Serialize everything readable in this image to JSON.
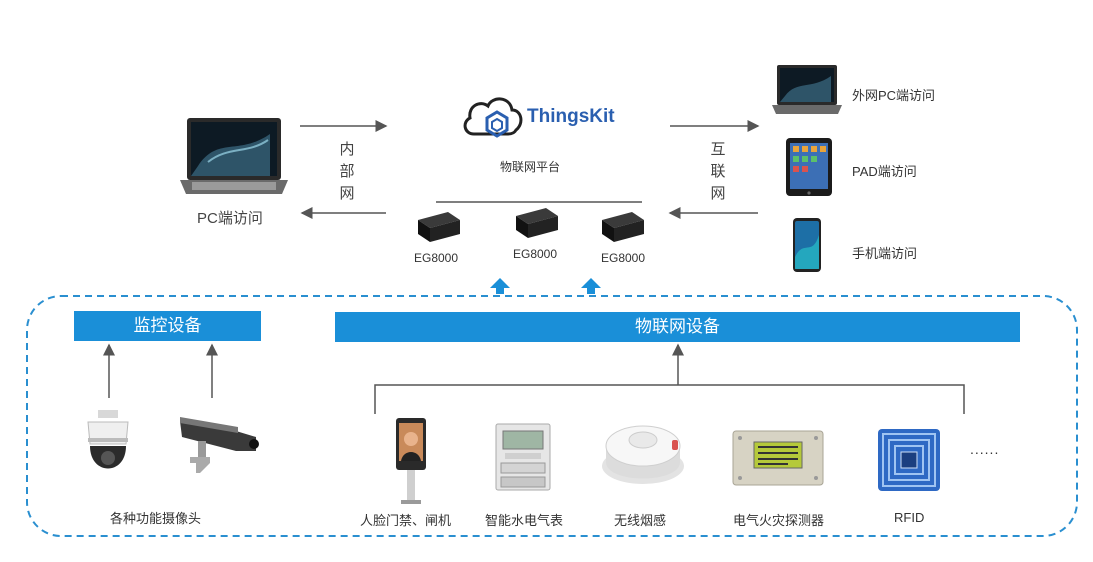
{
  "brand": {
    "name": "ThingsKit",
    "subtitle": "物联网平台",
    "color": "#2a5fb0"
  },
  "left_access": {
    "label": "PC端访问",
    "edge_label": "内部网"
  },
  "right_access": {
    "edge_label": "互联网",
    "items": [
      {
        "label": "外网PC端访问",
        "icon": "laptop-icon"
      },
      {
        "label": "PAD端访问",
        "icon": "tablet-icon"
      },
      {
        "label": "手机端访问",
        "icon": "phone-icon"
      }
    ]
  },
  "gateways": [
    {
      "label": "EG8000",
      "icon": "gateway-icon"
    },
    {
      "label": "EG8000",
      "icon": "gateway-icon"
    },
    {
      "label": "EG8000",
      "icon": "gateway-icon"
    }
  ],
  "sections": {
    "monitor": {
      "title": "监控设备",
      "device_label": "各种功能摄像头"
    },
    "iot": {
      "title": "物联网设备",
      "devices": [
        {
          "label": "人脸门禁、闸机",
          "icon": "face-gate-icon"
        },
        {
          "label": "智能水电气表",
          "icon": "smart-meter-icon"
        },
        {
          "label": "无线烟感",
          "icon": "smoke-detector-icon"
        },
        {
          "label": "电气火灾探测器",
          "icon": "fire-detector-icon"
        },
        {
          "label": "RFID",
          "icon": "rfid-icon"
        }
      ],
      "more": "......"
    }
  },
  "colors": {
    "accent": "#1a8fd8",
    "dashed_border": "#2a8fd0",
    "arrow": "#555555"
  }
}
